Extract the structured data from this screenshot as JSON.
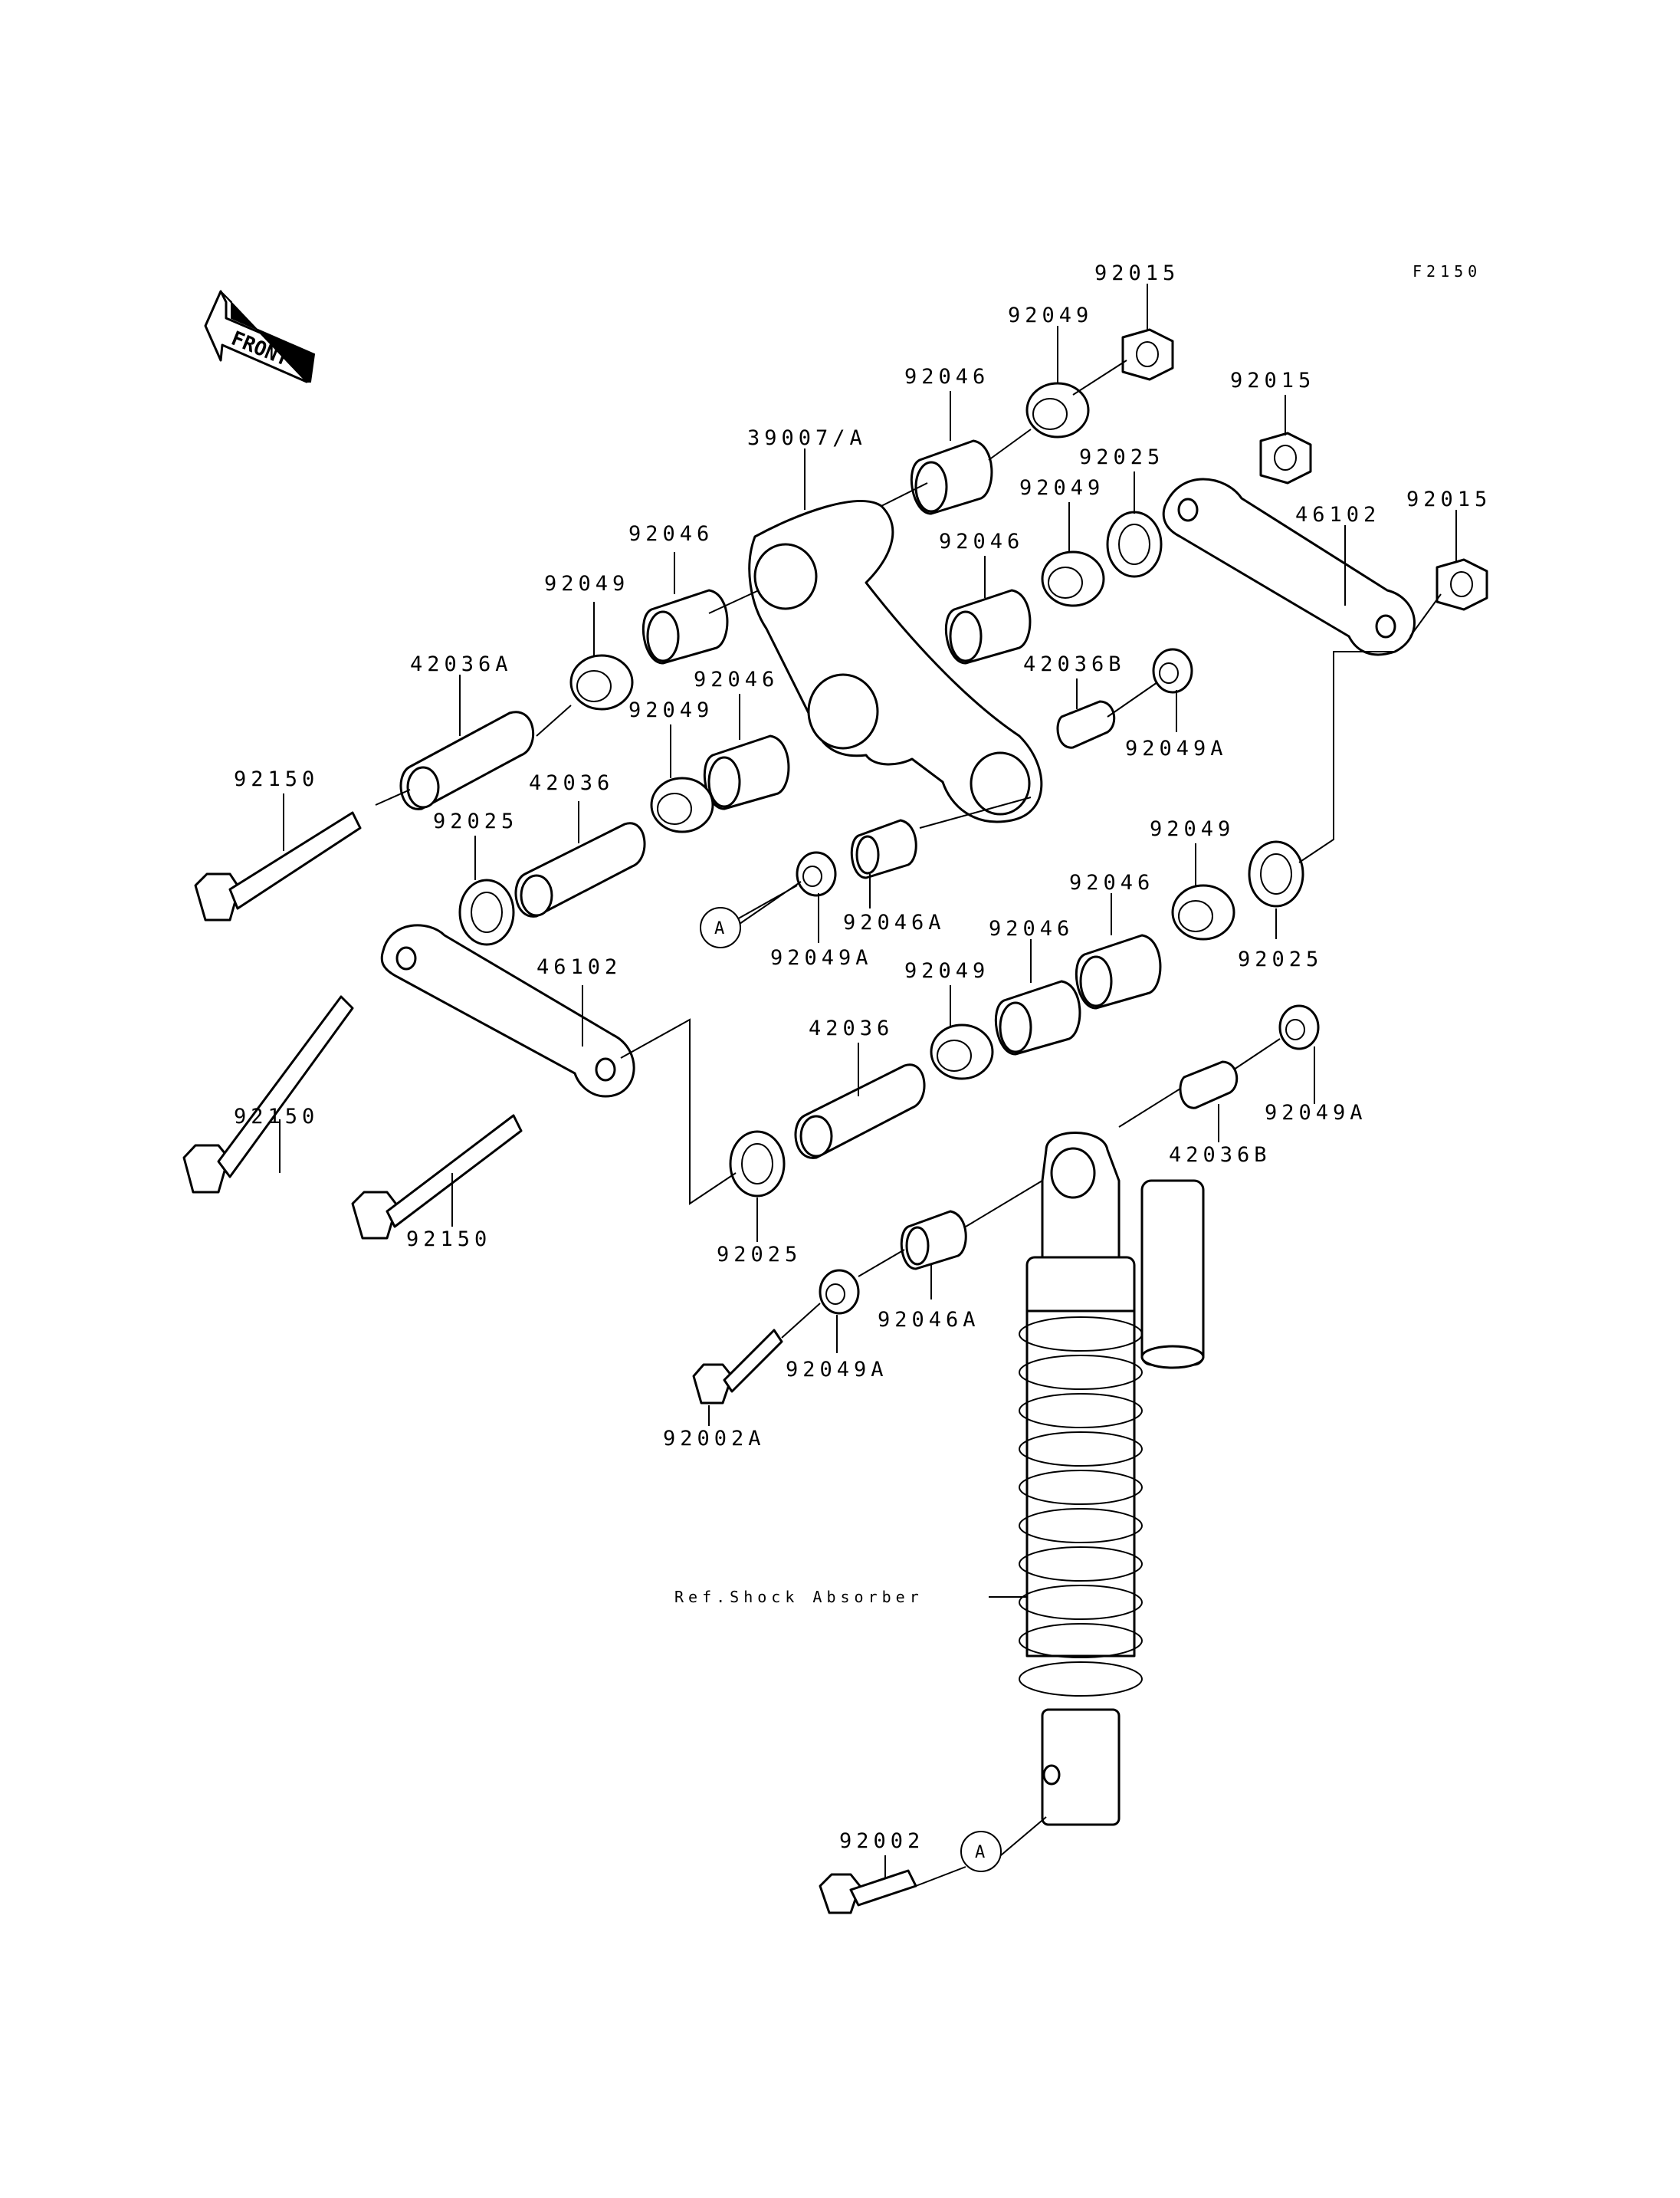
{
  "figure_code": "F2150",
  "front_arrow_label": "FRONT",
  "callout_letter": "A",
  "shock_reference": "Ref.Shock Absorber",
  "parts": {
    "p92015_top": "92015",
    "p92049_top": "92049",
    "p92046_top": "92046",
    "p39007A": "39007/A",
    "p92025_top": "92025",
    "p92015_mid": "92015",
    "p92049_mid": "92049",
    "p92015_right": "92015",
    "p46102_right": "46102",
    "p92046_left": "92046",
    "p92046_mid": "92046",
    "p92049_left": "92049",
    "p42036A": "42036A",
    "p42036B_top": "42036B",
    "p92046_center": "92046",
    "p92049_center": "92049",
    "p92049A_right": "92049A",
    "p92150_top": "92150",
    "p42036_left": "42036",
    "p92025_left": "92025",
    "p92046A_top": "92046A",
    "p92049A_left": "92049A",
    "p46102_left": "46102",
    "p92049_r2": "92049",
    "p92046_r2": "92046",
    "p92025_r2": "92025",
    "p92046_r3": "92046",
    "p92049_r3": "92049",
    "p42036_lower": "42036",
    "p92150_mid": "92150",
    "p92150_low": "92150",
    "p42036B_low": "42036B",
    "p92049A_low_right": "92049A",
    "p92025_low": "92025",
    "p92046A_low": "92046A",
    "p92049A_low": "92049A",
    "p92002A": "92002A",
    "p92002": "92002"
  }
}
